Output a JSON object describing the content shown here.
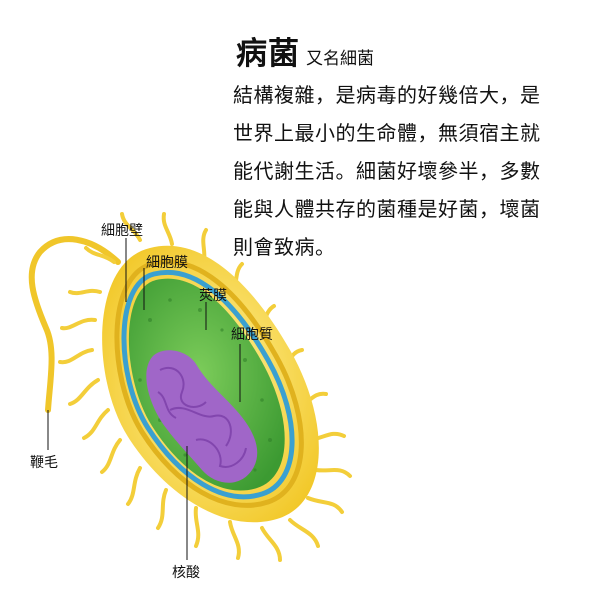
{
  "title": {
    "main": "病菌",
    "alias": "又名細菌"
  },
  "description_lines": [
    "結構複雜，是病毒的好幾倍大，是",
    "世界上最小的生命體，無須宿主就",
    "能代謝生活。細菌好壞參半，多數",
    "能與人體共存的菌種是好菌，壞菌",
    "則會致病。"
  ],
  "labels": {
    "cell_wall": "細胞壁",
    "cell_membrane": "細胞膜",
    "capsule": "莢膜",
    "cytoplasm": "細胞質",
    "flagellum": "鞭毛",
    "nucleic_acid": "核酸"
  },
  "colors": {
    "capsule": "#f5d94a",
    "cell_wall": "#e0b21e",
    "membrane": "#3aa0d0",
    "cytoplasm": "#4caf3f",
    "nucleic_acid": "#a066c8"
  }
}
